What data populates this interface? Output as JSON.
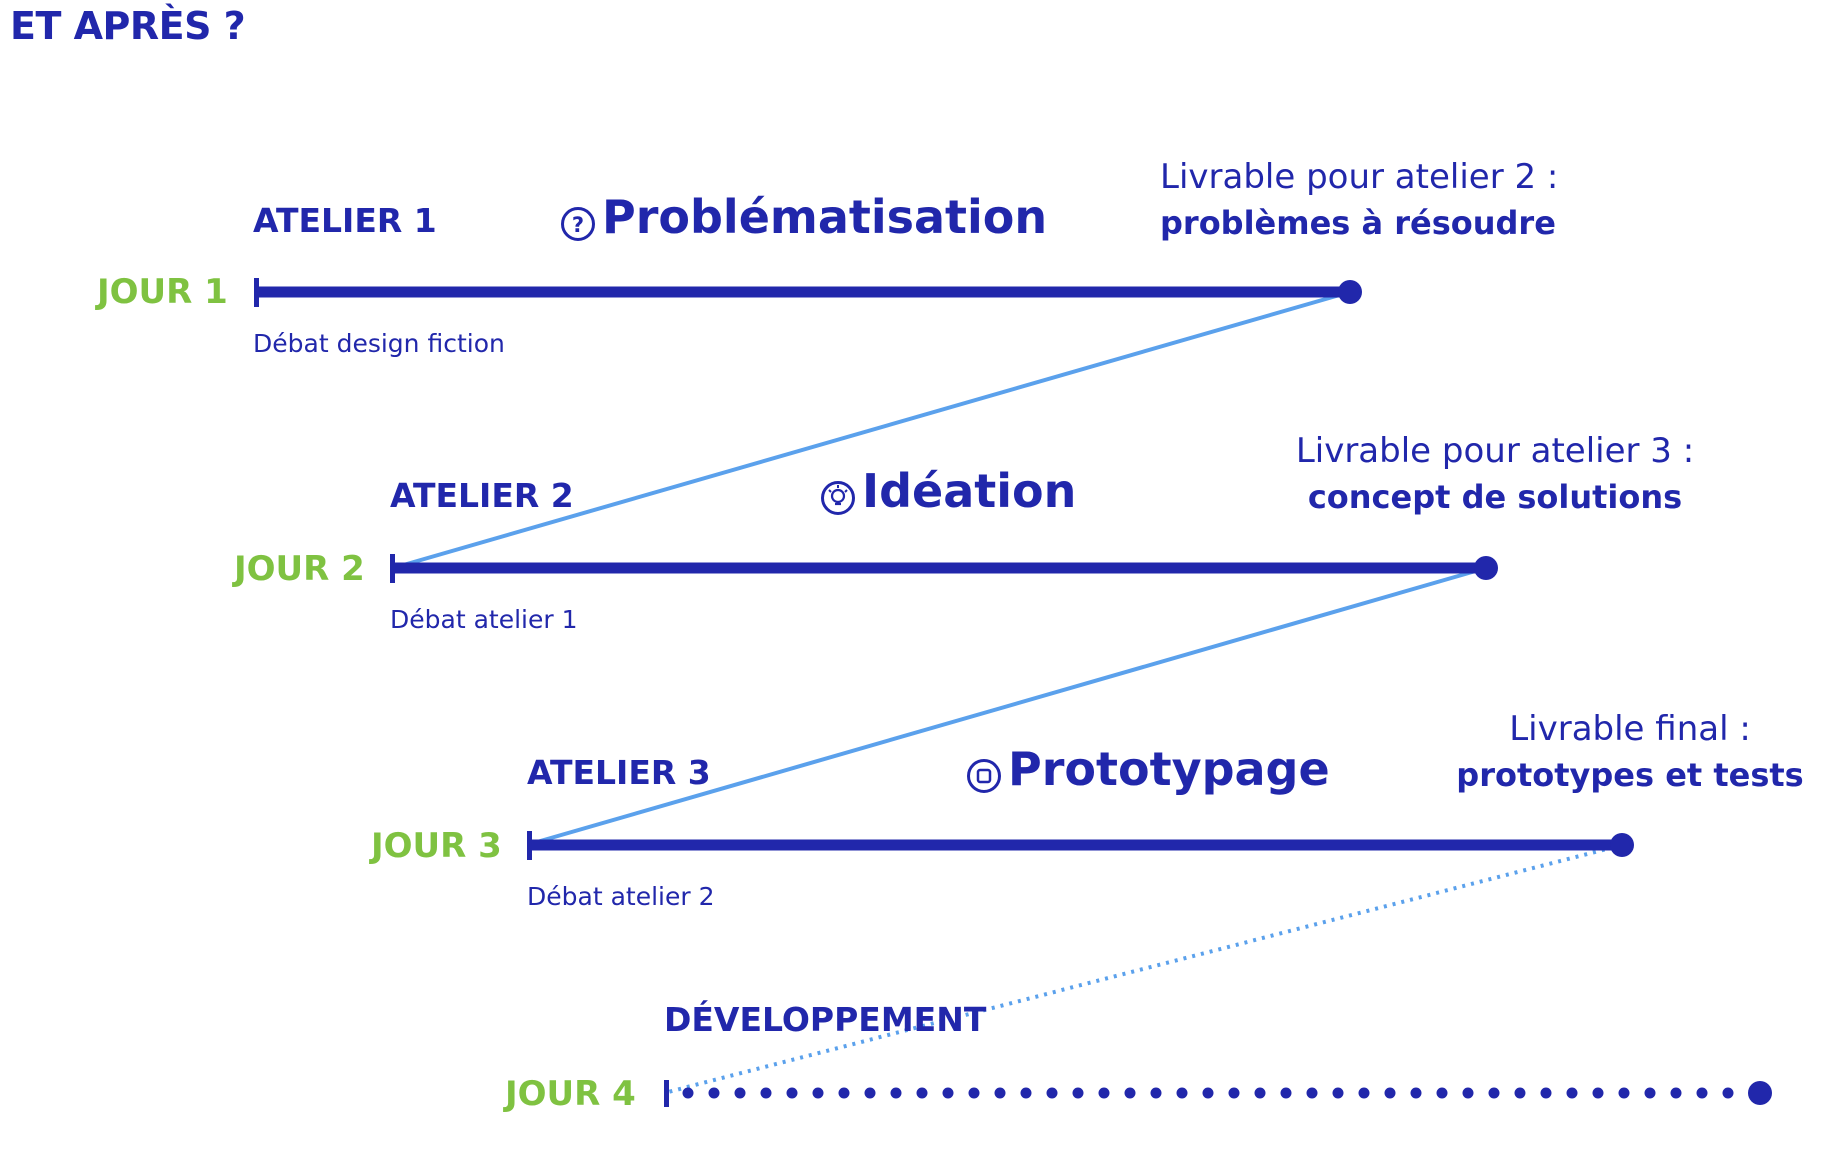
{
  "title": "ET APRÈS ?",
  "colors": {
    "primary": "#2127ab",
    "accent_green": "#7fc241",
    "connector": "#5ba1ec"
  },
  "rows": [
    {
      "atelier": "ATELIER 1",
      "jour": "JOUR 1",
      "debat": "Débat design fiction",
      "phase": "Problématisation",
      "phase_icon": "question-circle-icon",
      "livrable_label": "Livrable pour atelier 2 :",
      "livrable_value": "problèmes à résoudre"
    },
    {
      "atelier": "ATELIER 2",
      "jour": "JOUR 2",
      "debat": "Débat atelier 1",
      "phase": "Idéation",
      "phase_icon": "lightbulb-circle-icon",
      "livrable_label": "Livrable pour atelier 3 :",
      "livrable_value": "concept de solutions"
    },
    {
      "atelier": "ATELIER 3",
      "jour": "JOUR 3",
      "debat": "Débat atelier 2",
      "phase": "Prototypage",
      "phase_icon": "square-circle-icon",
      "livrable_label": "Livrable final :",
      "livrable_value": "prototypes et tests"
    },
    {
      "atelier": "DÉVELOPPEMENT",
      "jour": "JOUR 4"
    }
  ]
}
